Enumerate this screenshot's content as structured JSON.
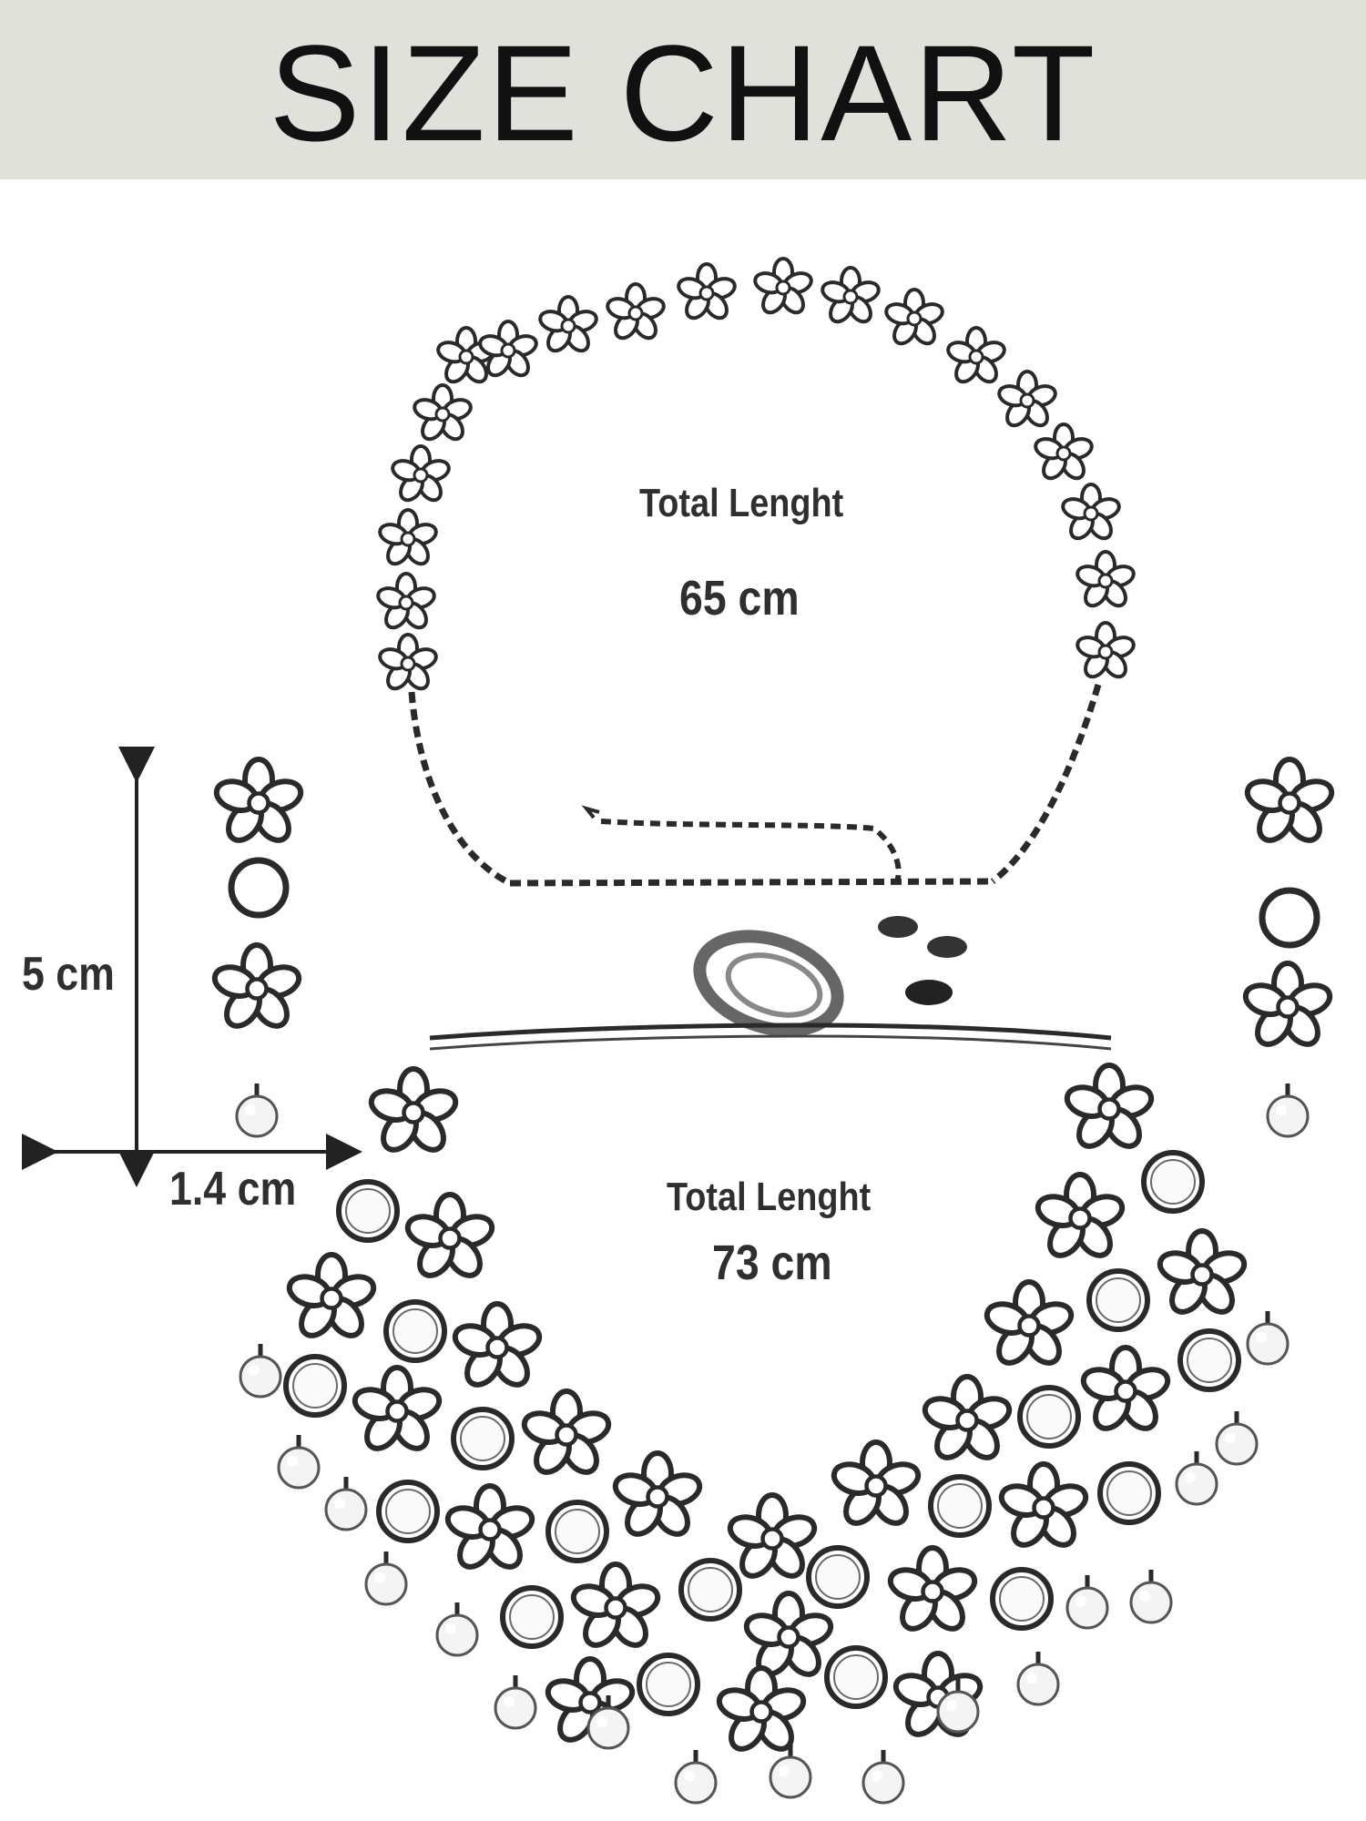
{
  "header": {
    "title": "SIZE CHART"
  },
  "necklace_chain": {
    "label": "Total Lenght",
    "value": "65 cm"
  },
  "necklace_choker": {
    "label": "Total Lenght",
    "value": "73 cm"
  },
  "earring": {
    "height": "5 cm",
    "width": "1.4 cm"
  },
  "colors": {
    "header_bg": "#dfe1da",
    "line": "#2a2a2a",
    "text": "#2f2f2f"
  }
}
